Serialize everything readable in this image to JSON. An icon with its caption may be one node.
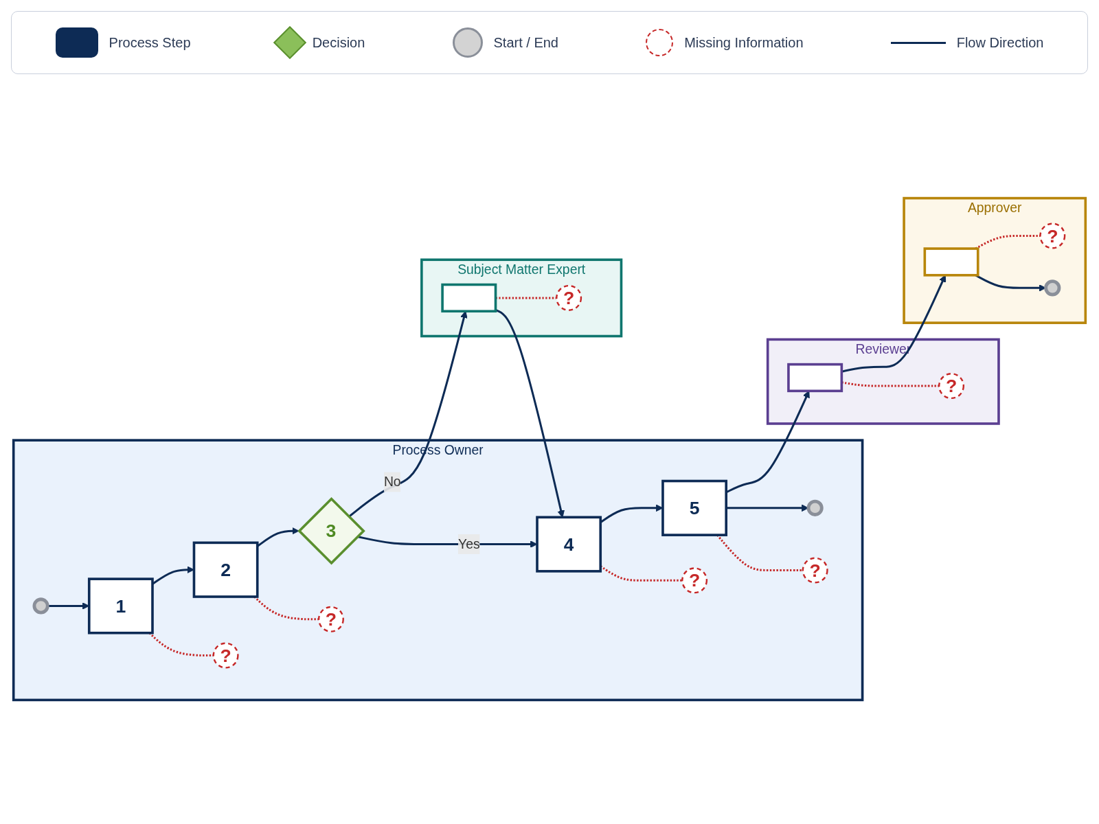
{
  "diagram": {
    "nodes": [
      {
        "text": [
          "Process Owner"
        ]
      },
      {
        "text": [],
        "shape": "circle",
        "in": 0
      },
      {
        "text": [
          "1"
        ],
        "in": 0
      },
      {
        "text": [
          "2"
        ],
        "in": 0
      },
      {
        "text": [
          "3"
        ],
        "in": 0
      },
      {
        "text": [
          "4"
        ],
        "in": 0
      },
      {
        "text": [
          "5"
        ],
        "in": 0
      },
      {
        "text": [],
        "shape": "circle",
        "in": 0
      },
      {
        "text": [
          "?"
        ],
        "in": 0
      },
      {
        "text": [
          "?"
        ],
        "in": 0
      },
      {
        "text": [
          "?"
        ],
        "in": 0
      },
      {
        "text": [
          "?"
        ],
        "in": 0
      },
      {
        "text": [
          "Subject Matter Expert"
        ]
      },
      {
        "text": [],
        "shape": "box",
        "in": 12
      },
      {
        "text": [
          "?"
        ],
        "in": 12
      },
      {
        "text": [
          "Reviewer"
        ]
      },
      {
        "text": [],
        "shape": "box",
        "in": 15
      },
      {
        "text": [
          "?"
        ],
        "in": 15
      },
      {
        "text": [
          "Approver"
        ]
      },
      {
        "text": [],
        "shape": "box",
        "in": 18
      },
      {
        "text": [
          "?"
        ],
        "in": 18
      },
      {
        "text": [],
        "shape": "circle",
        "in": 18
      }
    ],
    "edges": [
      {
        "from": 1,
        "to": 2,
        "arrow": "to"
      },
      {
        "from": 2,
        "to": 3,
        "arrow": "to"
      },
      {
        "from": 3,
        "to": 4,
        "arrow": "to"
      },
      {
        "from": 4,
        "to": 5,
        "arrow": "to",
        "label": "Yes"
      },
      {
        "from": 5,
        "to": 6,
        "arrow": "to"
      },
      {
        "from": 6,
        "to": 7,
        "arrow": "to"
      },
      {
        "from": 4,
        "to": 13,
        "arrow": "to",
        "label": "No"
      },
      {
        "from": 13,
        "to": 5,
        "arrow": "to"
      },
      {
        "from": 6,
        "to": 16,
        "arrow": "to"
      },
      {
        "from": 16,
        "to": 19,
        "arrow": "to"
      },
      {
        "from": 19,
        "to": 21,
        "arrow": "to"
      },
      {
        "from": 2,
        "to": 8,
        "arrow": "none",
        "style": "dashed",
        "color": "#c62828"
      },
      {
        "from": 3,
        "to": 9,
        "arrow": "none",
        "style": "dashed",
        "color": "#c62828"
      },
      {
        "from": 5,
        "to": 10,
        "arrow": "none",
        "style": "dashed",
        "color": "#c62828"
      },
      {
        "from": 6,
        "to": 11,
        "arrow": "none",
        "style": "dashed",
        "color": "#c62828"
      },
      {
        "from": 13,
        "to": 14,
        "arrow": "none",
        "style": "dashed",
        "color": "#c62828"
      },
      {
        "from": 16,
        "to": 17,
        "arrow": "none",
        "style": "dashed",
        "color": "#c62828"
      },
      {
        "from": 19,
        "to": 20,
        "arrow": "none",
        "style": "dashed",
        "color": "#c62828"
      }
    ],
    "legend": [
      {
        "text": "Process Step",
        "color": "#0d2b55"
      },
      {
        "text": "Decision"
      },
      {
        "text": "Start / End"
      },
      {
        "text": "Missing Information"
      },
      {
        "text": "Flow Direction"
      }
    ]
  }
}
